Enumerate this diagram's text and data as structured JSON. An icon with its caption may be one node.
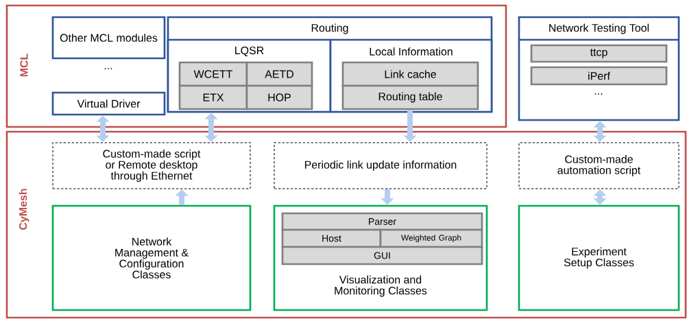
{
  "diagram": {
    "nodes": [
      {
        "text": [
          "MCL",
          "..."
        ]
      },
      {
        "text": [
          "Other MCL modules"
        ],
        "in": 0
      },
      {
        "text": [
          "Virtual Driver"
        ],
        "in": 0
      },
      {
        "text": [
          "Routing"
        ],
        "in": 0
      },
      {
        "text": [
          "LQSR"
        ],
        "in": 3
      },
      {
        "text": [
          "WCETT"
        ],
        "in": 4
      },
      {
        "text": [
          "AETD"
        ],
        "in": 4
      },
      {
        "text": [
          "ETX"
        ],
        "in": 4
      },
      {
        "text": [
          "HOP"
        ],
        "in": 4
      },
      {
        "text": [
          "Local Information"
        ],
        "in": 3
      },
      {
        "text": [
          "Link cache"
        ],
        "in": 9
      },
      {
        "text": [
          "Routing table"
        ],
        "in": 9
      },
      {
        "text": [
          "Network Testing Tool",
          "..."
        ]
      },
      {
        "text": [
          "ttcp"
        ],
        "in": 12
      },
      {
        "text": [
          "iPerf"
        ],
        "in": 12
      },
      {
        "text": [
          "CyMesh"
        ]
      },
      {
        "text": [
          "Custom-made script or Remote desktop through Ethernet"
        ],
        "in": 15
      },
      {
        "text": [
          "Periodic link update information"
        ],
        "in": 15
      },
      {
        "text": [
          "Custom-made automation script"
        ],
        "in": 15
      },
      {
        "text": [
          "Network Management & Configuration Classes"
        ],
        "in": 15
      },
      {
        "text": [
          "Visualization and Monitoring Classes"
        ],
        "in": 15
      },
      {
        "text": [
          "Parser"
        ],
        "in": 20
      },
      {
        "text": [
          "Host"
        ],
        "in": 20
      },
      {
        "text": [
          "Weighted Graph"
        ],
        "in": 20
      },
      {
        "text": [
          "GUI"
        ],
        "in": 20
      },
      {
        "text": [
          "Experiment Setup Classes"
        ],
        "in": 15
      }
    ],
    "edges": [
      {
        "from": 2,
        "to": 16,
        "arrow": "both"
      },
      {
        "from": 4,
        "to": 16,
        "arrow": "both"
      },
      {
        "from": 11,
        "to": 17,
        "arrow": "to"
      },
      {
        "from": 12,
        "to": 18,
        "arrow": "both"
      },
      {
        "from": 19,
        "to": 16,
        "arrow": "to"
      },
      {
        "from": 17,
        "to": 20,
        "arrow": "to"
      },
      {
        "from": 18,
        "to": 25,
        "arrow": "both"
      }
    ]
  }
}
